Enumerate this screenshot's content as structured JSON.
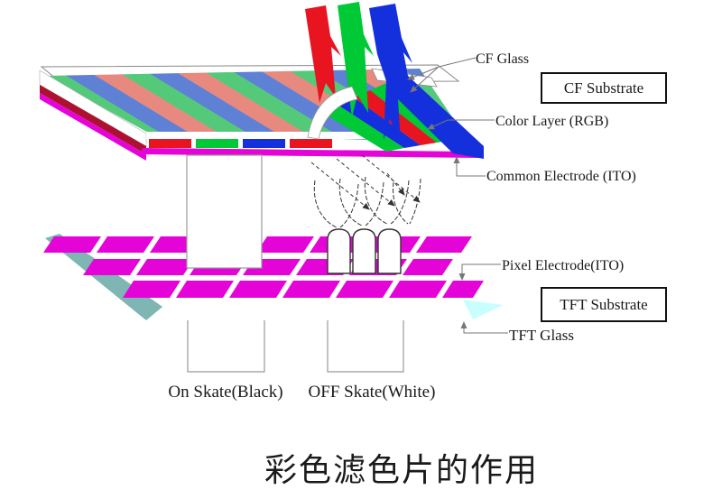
{
  "diagram": {
    "title": "彩色滤色片的作用",
    "labels": {
      "cf_glass": "CF Glass",
      "cf_substrate": "CF Substrate",
      "color_layer": "Color Layer (RGB)",
      "common_electrode": "Common Electrode (ITO)",
      "pixel_electrode": "Pixel Electrode(ITO)",
      "tft_substrate": "TFT Substrate",
      "tft_glass": "TFT Glass",
      "on_state": "On Skate(Black)",
      "off_state": "OFF Skate(White)"
    },
    "colors": {
      "light_red": "#e81420",
      "light_green": "#00c936",
      "light_blue": "#1430dd",
      "stripe_green": "#55c97a",
      "stripe_blue": "#5e81d6",
      "stripe_salmon": "#e8897f",
      "electrode_magenta": "#e404d8",
      "edge_crimson": "#ae1030",
      "tft_glass_teal": "#7fb5b2",
      "tft_glass_cyan": "#c9feff"
    }
  }
}
